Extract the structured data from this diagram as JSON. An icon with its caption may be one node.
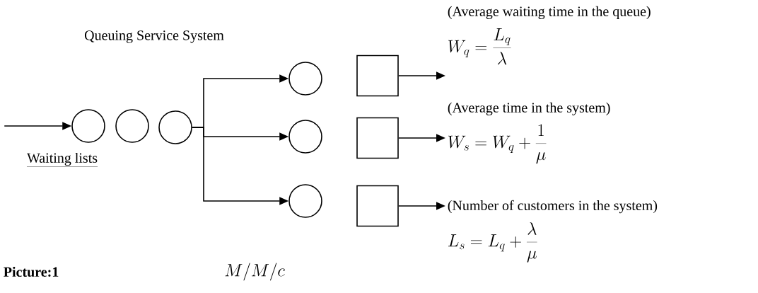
{
  "diagram": {
    "title": "Queuing Service System",
    "caption": "Picture:1",
    "nodes": [
      {
        "text": [],
        "shape": "circle"
      },
      {
        "text": [],
        "shape": "circle"
      },
      {
        "text": [],
        "shape": "circle"
      },
      {
        "text": [],
        "shape": "circle"
      },
      {
        "text": [],
        "shape": "circle"
      },
      {
        "text": [],
        "shape": "circle"
      },
      {
        "text": [],
        "shape": "box"
      },
      {
        "text": [],
        "shape": "box"
      },
      {
        "text": [],
        "shape": "box"
      },
      {
        "text": [
          "(Average waiting time in the queue)",
          "W_q = \\frac{L_q}{\\lambda}"
        ]
      },
      {
        "text": [
          "(Average time in the system)",
          "W_s = W_q + \\frac{1}{\\mu}"
        ]
      },
      {
        "text": [
          "(Number of customers in the system)",
          "L_s = L_q + \\frac{\\lambda}{\\mu}"
        ]
      }
    ],
    "edges": [
      {
        "from": null,
        "to": 0,
        "arrow": "to"
      },
      {
        "from": 2,
        "to": 3,
        "arrow": "to"
      },
      {
        "from": 2,
        "to": 4,
        "arrow": "to"
      },
      {
        "from": 2,
        "to": 5,
        "arrow": "to"
      },
      {
        "from": 6,
        "to": 9,
        "arrow": "to"
      },
      {
        "from": 7,
        "to": 10,
        "arrow": "to"
      },
      {
        "from": 8,
        "to": 11,
        "arrow": "to"
      }
    ],
    "labels": [
      "Waiting lists",
      "M/M/c"
    ]
  }
}
